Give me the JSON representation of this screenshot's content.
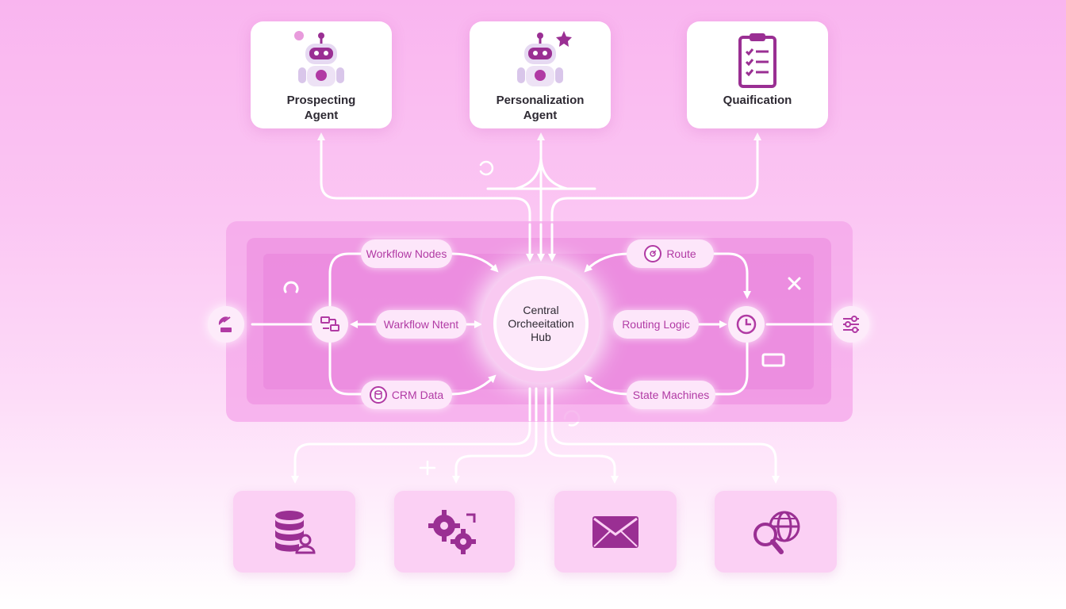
{
  "agents": [
    {
      "label": "Prospecting\nAgent",
      "icon": "robot-icon"
    },
    {
      "label": "Personalization\nAgent",
      "icon": "robot-icon"
    },
    {
      "label": "Quaification",
      "icon": "clipboard-checklist-icon"
    }
  ],
  "hub": {
    "label": "Central\nOrcheeitation\nHub"
  },
  "pills": {
    "workflow_nodes": "Workflow Nodes",
    "workflow_ntent": "Warkflow Ntent",
    "crm_data": "CRM Data",
    "route": "Route",
    "routing_logic": "Routing Logic",
    "state_machines": "State Machines"
  },
  "bottom_tiles": [
    {
      "icon": "database-user-icon"
    },
    {
      "icon": "gears-icon"
    },
    {
      "icon": "envelope-icon"
    },
    {
      "icon": "globe-search-icon"
    }
  ],
  "colors": {
    "accent": "#b13aa4",
    "icon_purple": "#9a2f93",
    "text_dark": "#2e2a33"
  }
}
